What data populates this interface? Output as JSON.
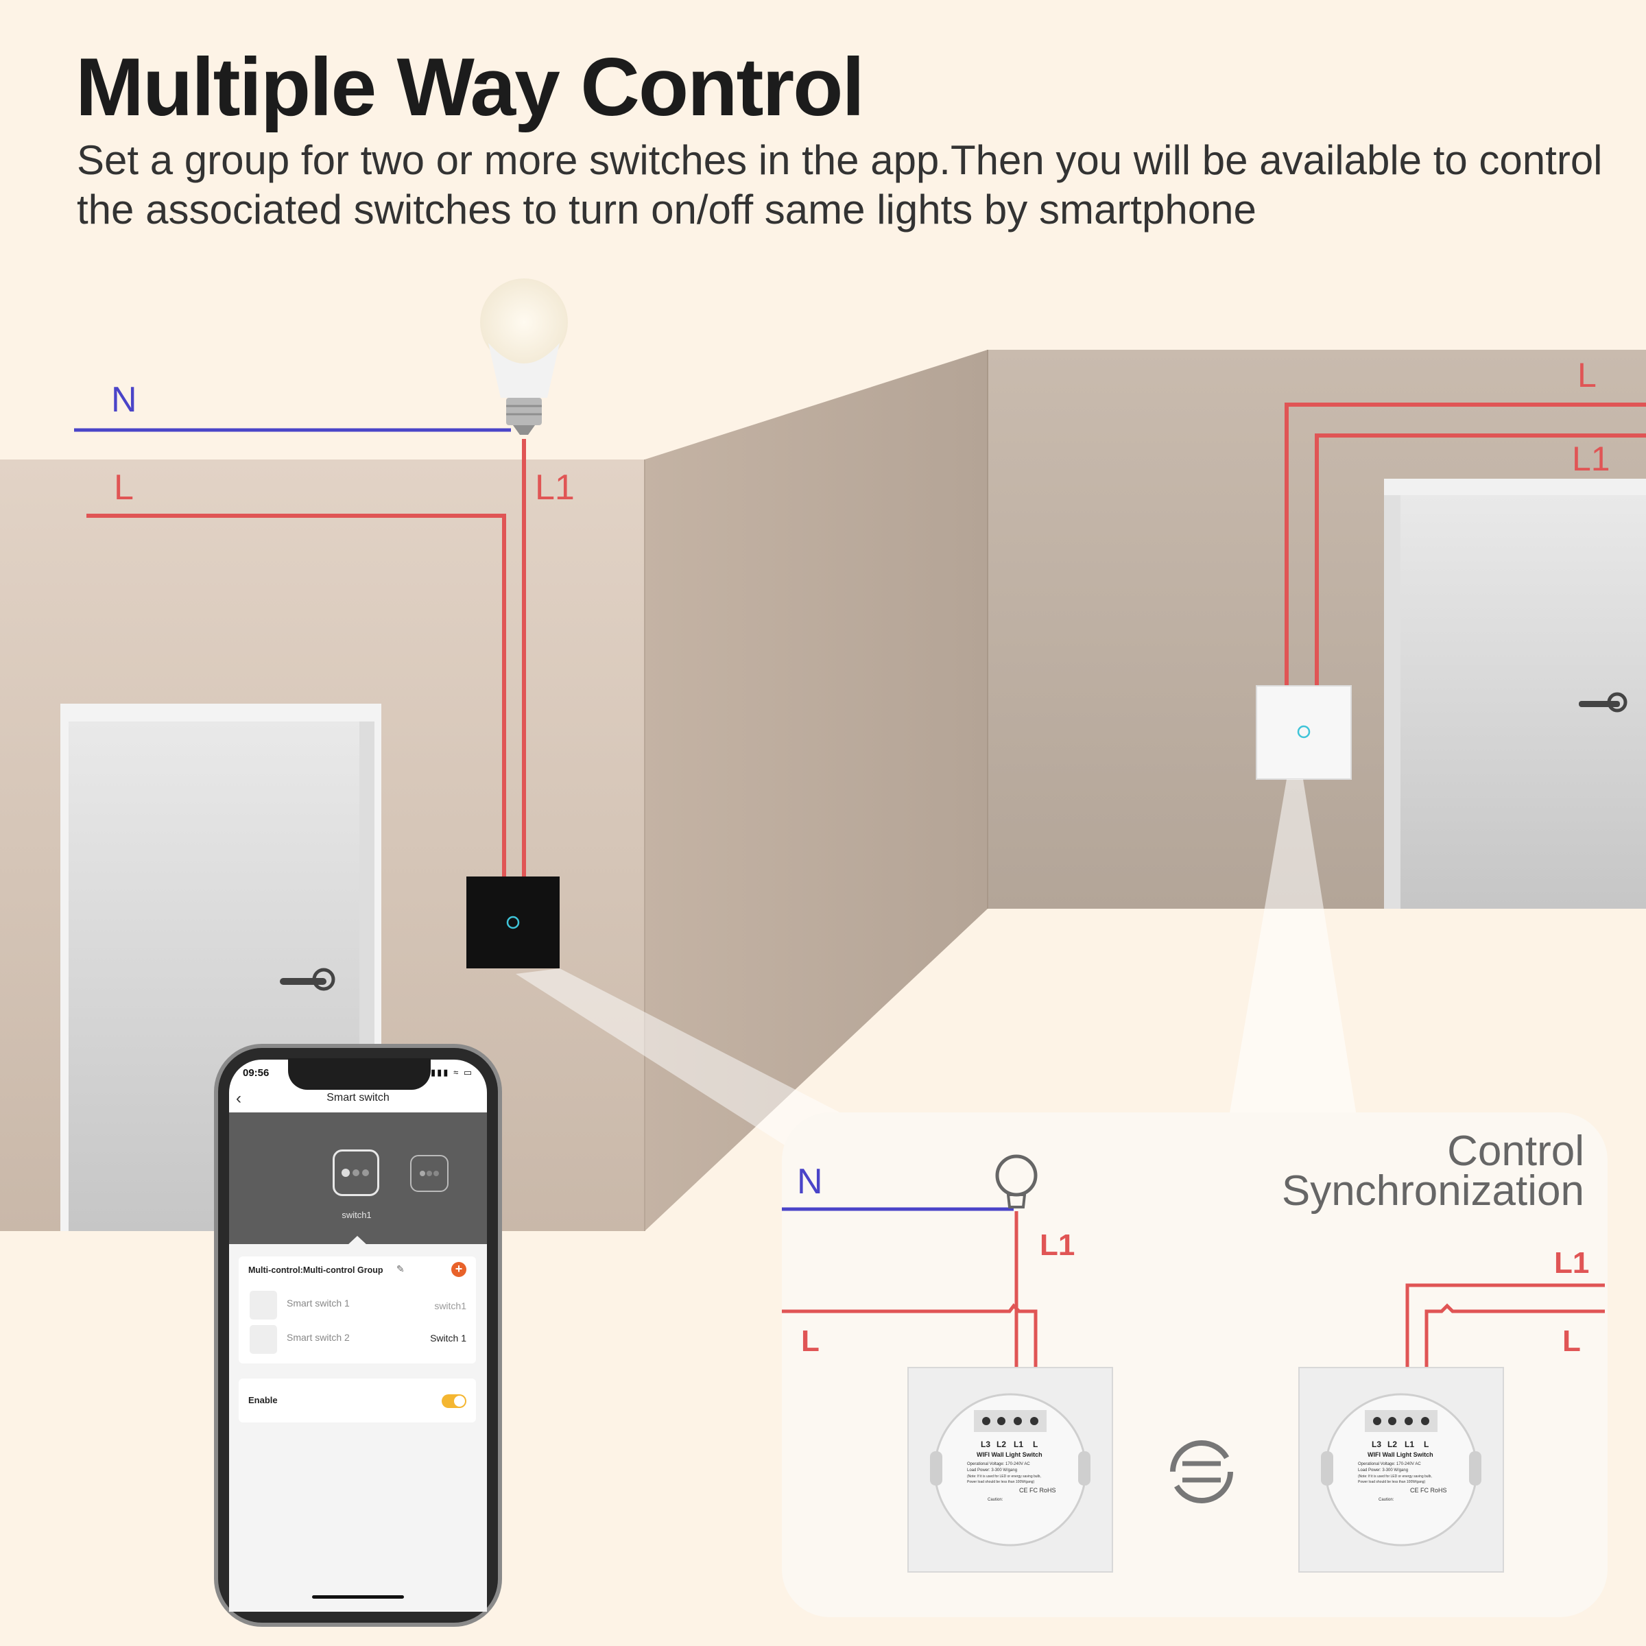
{
  "title": "Multiple Way Control",
  "subtitle": "Set a group for two or more switches in the app.Then you will be available to control the associated switches to turn on/off same lights by smartphone",
  "wires": {
    "n_top": "N",
    "l_top": "L",
    "l1_top": "L1",
    "l_right": "L",
    "l1_right": "L1",
    "n_inset": "N",
    "l1_inset_left": "L1",
    "l_inset_left": "L",
    "l1_inset_right": "L1",
    "l_inset_right": "L"
  },
  "inset_title": "Control\nSynchronization",
  "inset_title_line1": "Control",
  "inset_title_line2": "Synchronization",
  "switch_back": {
    "terminals": [
      "L3",
      "L2",
      "L1",
      "L"
    ],
    "product": "WIFI Wall Light Switch",
    "spec1": "Operational Voltage: 170-240V AC",
    "spec2": "Load Power: 3-300 W/gang",
    "spec3": "(Note: If it is used for LED or energy saving bulb,",
    "spec4": "Power load should be less than 100W/gang)",
    "cert": "CE FC RoHS",
    "caution": "Caution:"
  },
  "phone": {
    "time": "09:56",
    "status": "▮▮▮ ≈ ▭",
    "header": "Smart switch",
    "switch_label": "switch1",
    "group_label": "Multi-control:Multi-control Group",
    "rows": [
      {
        "name": "Smart switch 1",
        "value": "switch1"
      },
      {
        "name": "Smart switch 2",
        "value": "Switch 1"
      }
    ],
    "enable_label": "Enable",
    "enable_on": true
  },
  "colors": {
    "background": "#fdf3e6",
    "wall": "#cdbcad",
    "live_wire": "#e05555",
    "neutral_wire": "#4a44c8",
    "switch_indicator": "#3fc4d8"
  },
  "icons": [
    "light-bulb-icon",
    "sync-icon",
    "bulb-outline-icon",
    "back-arrow-icon",
    "edit-icon",
    "plus-icon"
  ]
}
